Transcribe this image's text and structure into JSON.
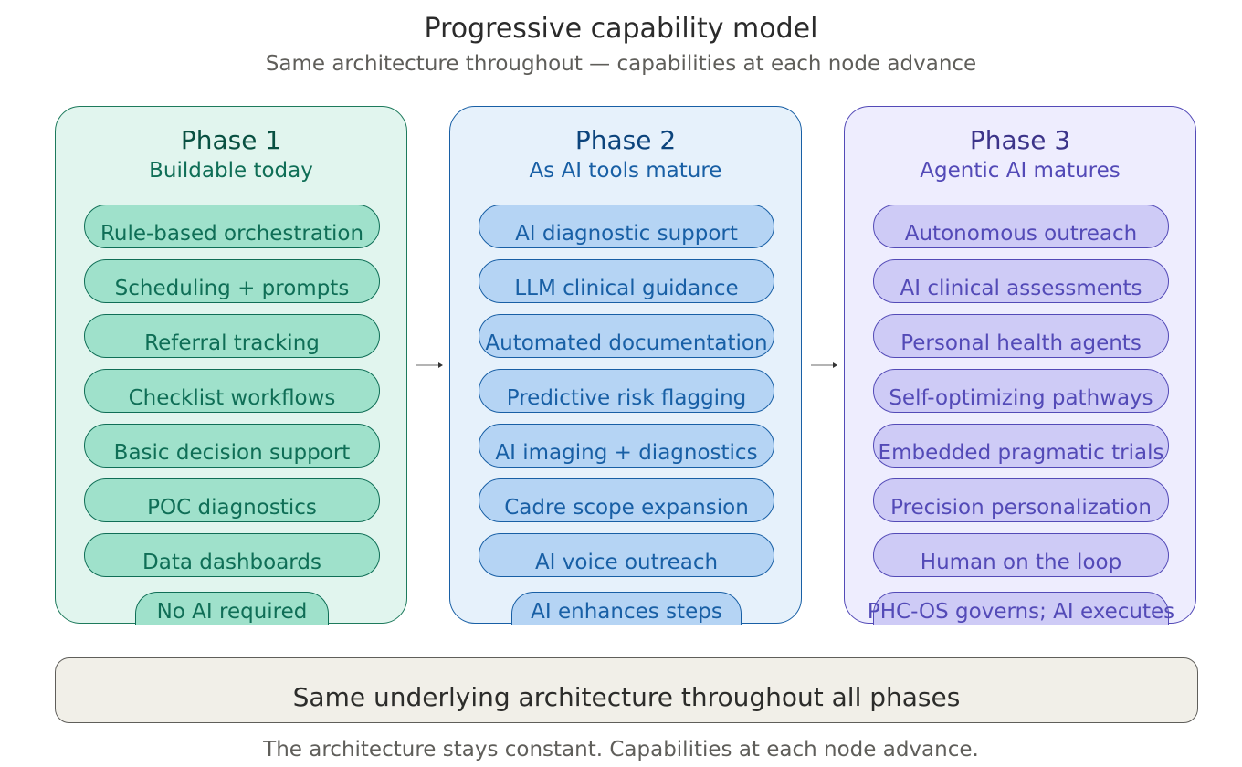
{
  "header": {
    "title": "Progressive capability model",
    "subtitle": "Same architecture throughout — capabilities at each node advance"
  },
  "phases": [
    {
      "title": "Phase 1",
      "subtitle": "Buildable today",
      "color": "#0f6e56",
      "items": [
        "Rule-based orchestration",
        "Scheduling + prompts",
        "Referral tracking",
        "Checklist workflows",
        "Basic decision support",
        "POC diagnostics",
        "Data dashboards"
      ],
      "footnote": "No AI required"
    },
    {
      "title": "Phase 2",
      "subtitle": "As AI tools mature",
      "color": "#185fa5",
      "items": [
        "AI diagnostic support",
        "LLM clinical guidance",
        "Automated documentation",
        "Predictive risk flagging",
        "AI imaging + diagnostics",
        "Cadre scope expansion",
        "AI voice outreach"
      ],
      "footnote": "AI enhances steps"
    },
    {
      "title": "Phase 3",
      "subtitle": "Agentic AI matures",
      "color": "#534ab7",
      "items": [
        "Autonomous outreach",
        "AI clinical assessments",
        "Personal health agents",
        "Self-optimizing pathways",
        "Embedded pragmatic trials",
        "Precision personalization",
        "Human on the loop"
      ],
      "footnote": "PHC-OS governs; AI executes"
    }
  ],
  "arrows": [
    "arrow-right-icon",
    "arrow-right-icon"
  ],
  "foundation": {
    "label": "Same underlying architecture throughout all phases"
  },
  "footer": {
    "caption": "The architecture stays constant. Capabilities at each node advance."
  }
}
